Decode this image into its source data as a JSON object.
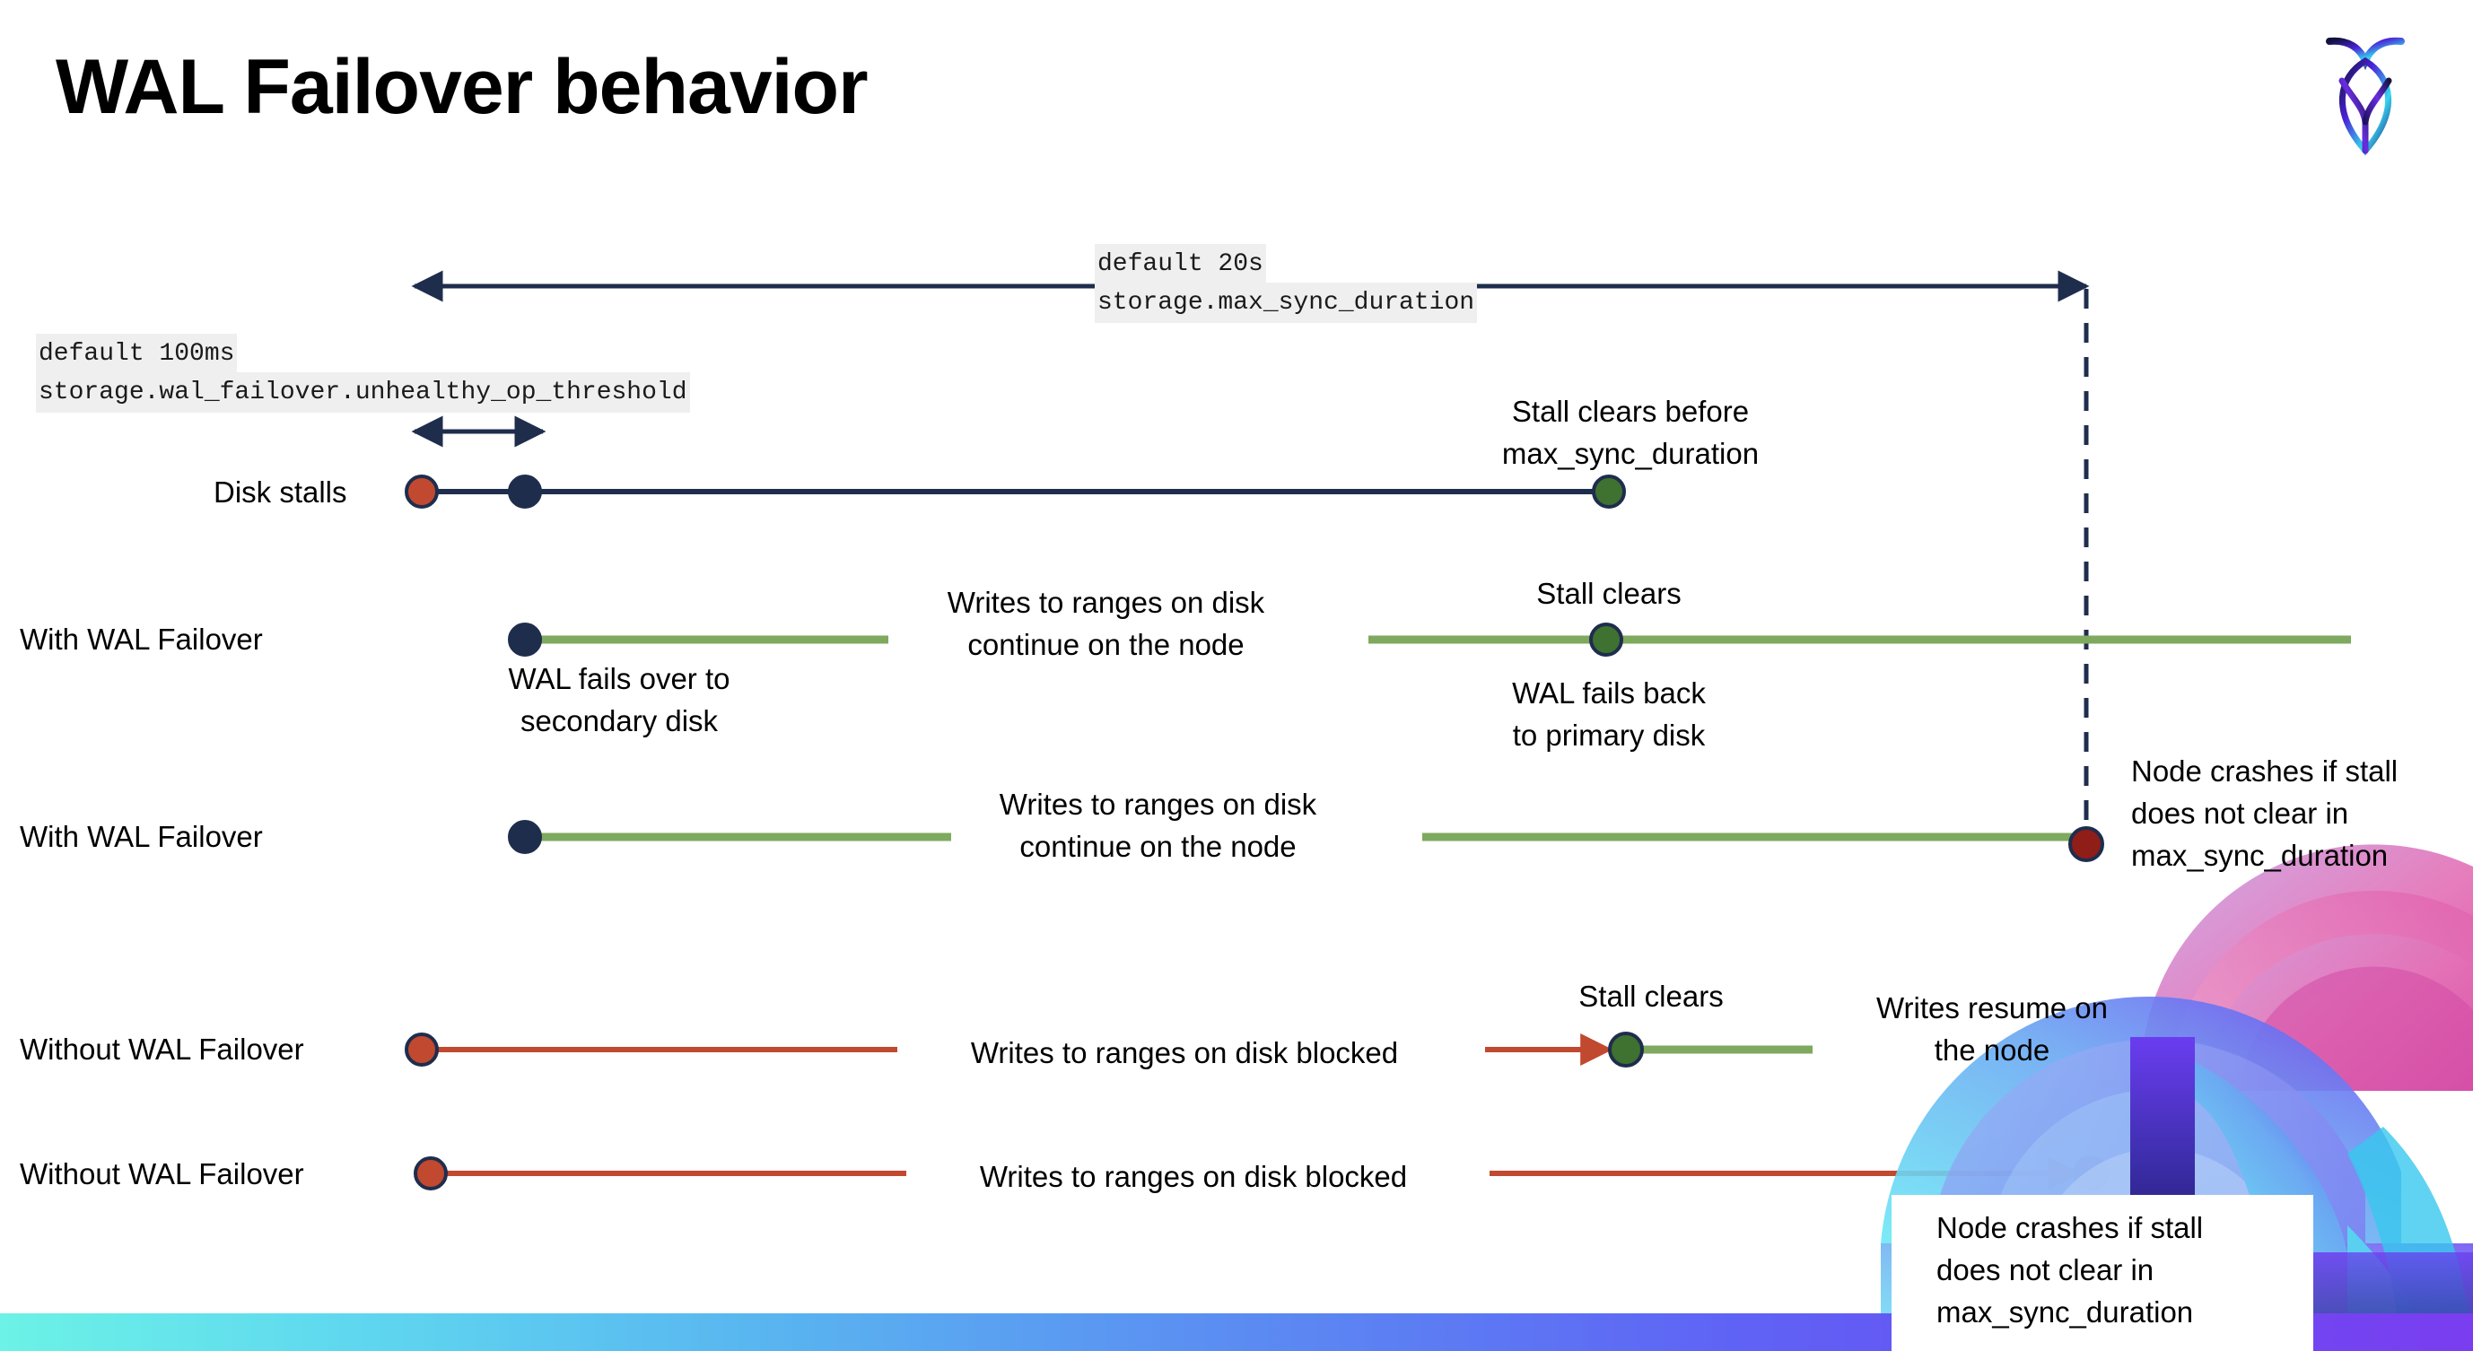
{
  "slide": {
    "title": "WAL Failover behavior",
    "logo_name": "cockroachdb-logo"
  },
  "colors": {
    "navy": "#1f2d4d",
    "green_line": "#7ea95e",
    "green_dot": "#3f7130",
    "red_dot": "#c0492f",
    "dark_red_dot": "#8f1d18",
    "red_line": "#c0492f",
    "code_bg": "#efefef",
    "bar_start": "#6cf2e6",
    "bar_end": "#7a3df0"
  },
  "cluster_settings": {
    "max_sync_duration": {
      "default_label": "default 20s",
      "setting_label": "storage.max_sync_duration"
    },
    "unhealthy_op_threshold": {
      "default_label": "default 100ms",
      "setting_label": "storage.wal_failover.unhealthy_op_threshold"
    }
  },
  "timelines": [
    {
      "id": "disk-stalls",
      "row_label": "Disk stalls",
      "annotations": [
        "Stall clears before\nmax_sync_duration"
      ]
    },
    {
      "id": "with-wal-failover-clears",
      "row_label": "With WAL Failover",
      "annotations": [
        "WAL fails over to\nsecondary disk",
        "Writes to ranges on disk\ncontinue on the node",
        "Stall clears",
        "WAL fails  back\nto primary disk"
      ]
    },
    {
      "id": "with-wal-failover-crash",
      "row_label": "With WAL Failover",
      "annotations": [
        "Writes to ranges on disk\ncontinue on the node",
        "Node crashes if stall\ndoes not clear in\nmax_sync_duration"
      ]
    },
    {
      "id": "without-wal-failover-clears",
      "row_label": "Without WAL Failover",
      "annotations": [
        "Writes to ranges on disk  blocked",
        "Stall clears",
        "Writes resume on\nthe node"
      ]
    },
    {
      "id": "without-wal-failover-crash",
      "row_label": "Without WAL Failover",
      "annotations": [
        "Writes to ranges on disk  blocked",
        "Node crashes if stall\ndoes not clear in\nmax_sync_duration"
      ]
    }
  ]
}
